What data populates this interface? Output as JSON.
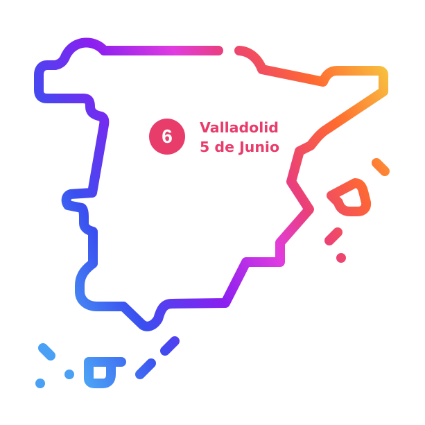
{
  "marker": {
    "number": "6",
    "city": "Valladolid",
    "date": "5 de Junio"
  },
  "colors": {
    "accent": "#e83c6a",
    "gradient": [
      "#4aa0f5",
      "#3a4ff0",
      "#8a1ff0",
      "#e03ce0",
      "#ea3f7a",
      "#ff6a30",
      "#f7c540"
    ]
  }
}
